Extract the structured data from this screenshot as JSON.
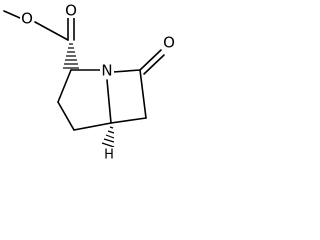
{
  "molecule": {
    "atoms": {
      "ester_oxygen": "O",
      "carbonyl_oxygen_ester": "O",
      "ring_nitrogen": "N",
      "carbonyl_oxygen_lactam": "O",
      "bridgehead_hydrogen": "H"
    }
  }
}
